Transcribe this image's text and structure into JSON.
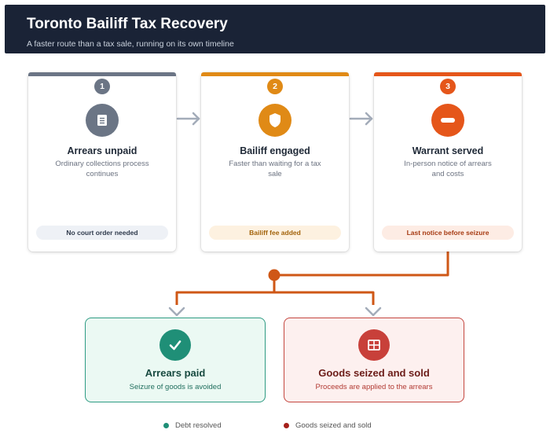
{
  "header": {
    "title": "Toronto Bailiff Tax Recovery",
    "subtitle": "A faster route than a tax sale, running on its own timeline"
  },
  "steps": [
    {
      "number": "1",
      "title": "Arrears unpaid",
      "description": "Ordinary collections process continues",
      "tag": "No court order needed",
      "icon": "document-icon",
      "color": "#6b7585",
      "tag_bg": "#eef1f6",
      "tag_color": "#2f3a4c"
    },
    {
      "number": "2",
      "title": "Bailiff engaged",
      "description": "Faster than waiting for a tax sale",
      "tag": "Bailiff fee added",
      "icon": "shield-icon",
      "color": "#e08a16",
      "tag_bg": "#fdf1e0",
      "tag_color": "#a2620a"
    },
    {
      "number": "3",
      "title": "Warrant served",
      "description": "In-person notice of arrears and costs",
      "tag": "Last notice before seizure",
      "icon": "minus-badge-icon",
      "color": "#e5561a",
      "tag_bg": "#fdece4",
      "tag_color": "#a63a12"
    }
  ],
  "outcomes": [
    {
      "title": "Arrears paid",
      "description": "Seizure of goods is avoided",
      "icon": "checkmark-icon",
      "color": "#1f8f77",
      "title_color": "#184a40",
      "desc_color": "#1f6e5d"
    },
    {
      "title": "Goods seized and sold",
      "description": "Proceeds are applied to the arrears",
      "icon": "grid-icon",
      "color": "#c8403a",
      "title_color": "#6b1c18",
      "desc_color": "#b23a33"
    }
  ],
  "legend": [
    {
      "label": "Debt resolved",
      "color": "#1f8f77"
    },
    {
      "label": "Goods seized and sold",
      "color": "#a5201b"
    }
  ],
  "connector_color": "#cf5716",
  "arrow_color": "#a3acb9"
}
